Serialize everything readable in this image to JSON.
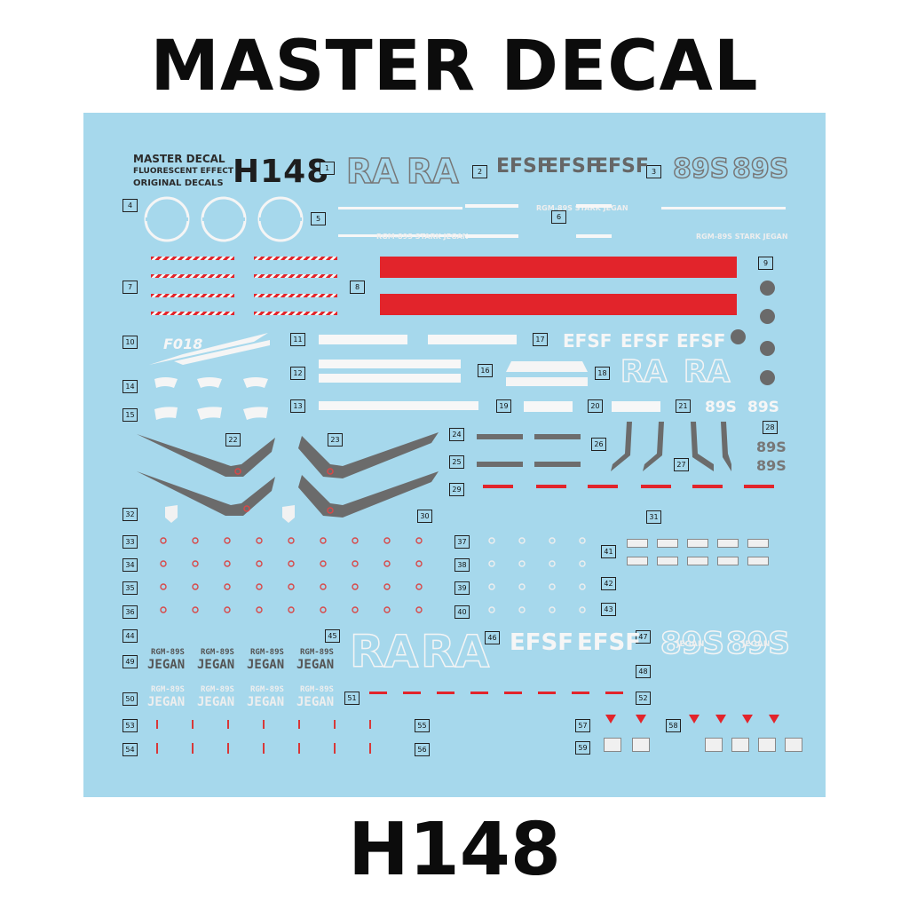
{
  "title": "MASTER DECAL",
  "footer_code": "H148",
  "sheet": {
    "header_lines": [
      "MASTER DECAL",
      "FLUORESCENT EFFECT",
      "ORIGINAL DECALS"
    ],
    "code": "H148",
    "ra_mark": "RA",
    "efsf_mark": "EFSF",
    "number_mark": "89S",
    "small_text": {
      "rgm_line": "RGM-89S STARK JEGAN",
      "f018": "F018",
      "model": "RGM-89S",
      "name": "JEGAN",
      "jegan_small": "JEGAN"
    }
  },
  "numbers": {
    "n1": "1",
    "n2": "2",
    "n3": "3",
    "n4": "4",
    "n5": "5",
    "n6": "6",
    "n7": "7",
    "n8": "8",
    "n9": "9",
    "n10": "10",
    "n11": "11",
    "n12": "12",
    "n13": "13",
    "n14": "14",
    "n15": "15",
    "n16": "16",
    "n17": "17",
    "n18": "18",
    "n19": "19",
    "n20": "20",
    "n21": "21",
    "n22": "22",
    "n23": "23",
    "n24": "24",
    "n25": "25",
    "n26": "26",
    "n27": "27",
    "n28": "28",
    "n29": "29",
    "n30": "30",
    "n31": "31",
    "n32": "32",
    "n33": "33",
    "n34": "34",
    "n35": "35",
    "n36": "36",
    "n37": "37",
    "n38": "38",
    "n39": "39",
    "n40": "40",
    "n41": "41",
    "n42": "42",
    "n43": "43",
    "n44": "44",
    "n45": "45",
    "n46": "46",
    "n47": "47",
    "n48": "48",
    "n49": "49",
    "n50": "50",
    "n51": "51",
    "n52": "52",
    "n53": "53",
    "n54": "54",
    "n55": "55",
    "n56": "56",
    "n57": "57",
    "n58": "58",
    "n59": "59"
  },
  "colors": {
    "sheet": "#a6d8ec",
    "red": "#e2242b",
    "grey": "#6d6d6d",
    "white": "#f7f7f7"
  }
}
